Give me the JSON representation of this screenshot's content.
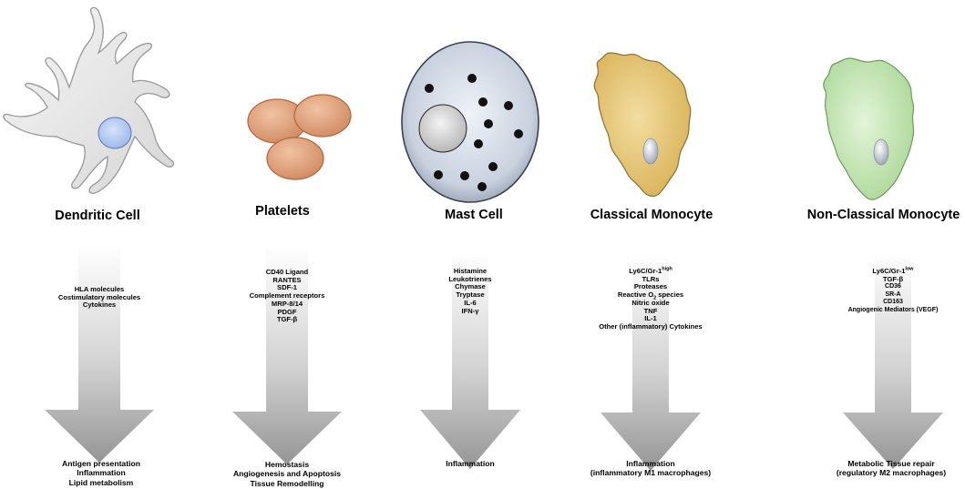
{
  "columns": [
    {
      "title": "Dendritic Cell",
      "markers": [
        "HLA molecules",
        "Costimulatory molecules",
        "Cytokines"
      ],
      "outcomes": [
        "Antigen presentation",
        "Inflammation",
        "Lipid metabolism"
      ]
    },
    {
      "title": "Platelets",
      "markers": [
        "CD40 Ligand",
        "RANTES",
        "SDF-1",
        "Complement receptors",
        "MRP-8/14",
        "PDGF",
        "TGF-β"
      ],
      "outcomes": [
        "Hemostasis",
        "Angiogenesis and Apoptosis",
        "Tissue Remodelling"
      ]
    },
    {
      "title": "Mast Cell",
      "markers": [
        "Histamine",
        "Leukotrienes",
        "Chymase",
        "Tryptase",
        "IL-6",
        "IFN-γ"
      ],
      "outcomes": [
        "Inflammation"
      ]
    },
    {
      "title": "Classical Monocyte",
      "markers": {
        "ly6c_base": "Ly6C/Gr-1",
        "ly6c_sup": "high",
        "tlrs": "TLRs",
        "proteases": "Proteases",
        "ros_a": "Reactive O",
        "ros_sub": "2",
        "ros_b": " species",
        "no": "Nitric oxide",
        "tnf": "TNF",
        "il1": "IL-1",
        "other": "Other (inflammatory)  Cytokines"
      },
      "outcomes": [
        "Inflammation",
        "(inflammatory M1 macrophages)"
      ]
    },
    {
      "title": "Non-Classical Monocyte",
      "markers": {
        "ly6c_base": "Ly6C/Gr-1",
        "ly6c_sup": "low",
        "tgf": "TGF-β",
        "cd36": "CD36",
        "sra": "SR-A",
        "cd163": "CD163",
        "angio": "Angiogenic Mediators (VEGF)"
      },
      "outcomes": [
        "Metabolic Tissue repair",
        "(regulatory M2 macrophages)"
      ]
    }
  ],
  "colors": {
    "dendritic_body": "#e6e6e6",
    "dendritic_nucleus": "#b9cdf3",
    "platelet": "#dc9c7a",
    "platelet_edge": "#c46a3e",
    "mast_body": "#cfd6e2",
    "mast_granule": "#111111",
    "classical_body": "#e3c06a",
    "nonclassical_body": "#b9e0a6",
    "arrow_top": "#ffffff",
    "arrow_bottom": "#9a9a9a"
  }
}
